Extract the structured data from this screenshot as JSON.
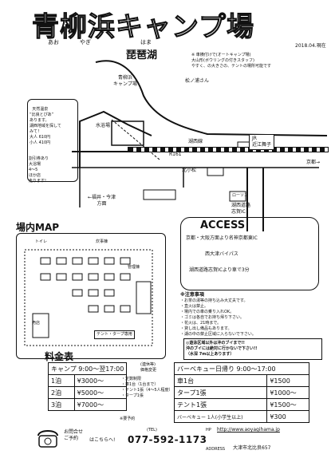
{
  "title": "青柳浜キャンプ場",
  "ruby": [
    "あお",
    "やぎ",
    "はま"
  ],
  "date_note": "2018.04.現在",
  "lake_name": "琵琶湖",
  "map_labels": {
    "matsunoura": "松ノ浦さん",
    "camp_label": "青柳浜\nキャンプ場",
    "suiyoku": "水浴場",
    "onsen_note": "天然温泉\n“比良とぴあ”\nあります。\n湖西地域を探して\nみて！\n大人 610円\n小人 410円",
    "onsen_note2": "割引券あり\n大浴場\n4〜5\nほか店\n走ります!",
    "railway": "湖西線",
    "station": "JR\n近江舞子",
    "route": "R161",
    "kitakomatsu": "北小松",
    "convenience": "ローソン",
    "imazu": "←福井・今津\n方面",
    "kyoto": "京都→",
    "kosei_pkwy": "湖西道路\n志賀IC",
    "parking": "志賀IC",
    "notes_right": "※ 車横付けで(オートキャンプ場)\n大山形(ボウリングの付きスタッフ)\nやすく、の大きさの、テントの場所可能です"
  },
  "site_map": {
    "heading": "場内MAP",
    "labels": [
      "トイレ",
      "炊事棟",
      "管理棟",
      "売店"
    ],
    "tent_note": "テント・タープ専用"
  },
  "access": {
    "heading": "ACCESS",
    "lines": [
      "京都・大阪方面より名神京都東IC",
      "西大津バイパス",
      "湖西道路志賀ICより車で3分"
    ]
  },
  "notices": {
    "heading": "※注意事項",
    "lines": [
      "・お茶の湯等の持ち込み大丈夫です。",
      "・直火は禁止。",
      "・場内での車の乗り入れOK。",
      "・ゴミは各自でお持ち帰り下さい。",
      "・花火は、21時まで。",
      "・貸し出し備品もあります。",
      "・湖の中の禁止区域に入らないで下さい。"
    ],
    "warning": "◎遊泳区域以外は沖のブイまで!!\n沖のブイには絶対に行かないで下さい!!\n（水深 7m以上あります）"
  },
  "pricing": {
    "heading": "料金表",
    "camp": {
      "title": "キャンプ 9:00〜翌17:00",
      "note": "(連休等)\n価格変更",
      "rows": [
        {
          "label": "1泊",
          "price": "¥3000〜"
        },
        {
          "label": "2泊",
          "price": "¥5000〜"
        },
        {
          "label": "3泊",
          "price": "¥7000〜"
        }
      ],
      "extra": "・定数制限\n・車1台（1台まで）\n・テント1張（4〜5人程度）\n・タープ1張",
      "footnote": "※要予約"
    },
    "bbq": {
      "title": "バーベキュー日帰り 9:00〜17:00",
      "rows": [
        {
          "label": "車1台",
          "price": "¥1500"
        },
        {
          "label": "タープ1張",
          "price": "¥1000〜"
        },
        {
          "label": "テント1張",
          "price": "¥1500〜"
        },
        {
          "label": "バーベキュー 1人(小学生以上)",
          "price": "¥300"
        }
      ]
    }
  },
  "contact": {
    "label": "お問合せ\nご予約",
    "tel_label": "(TEL)",
    "lead": "はこちらへ!",
    "phone": "077-592-1173",
    "hp_label": "HP",
    "url": "http://www.aoyagihama.jp",
    "address_label": "ADDRESS",
    "address": "大津市北比良657"
  }
}
